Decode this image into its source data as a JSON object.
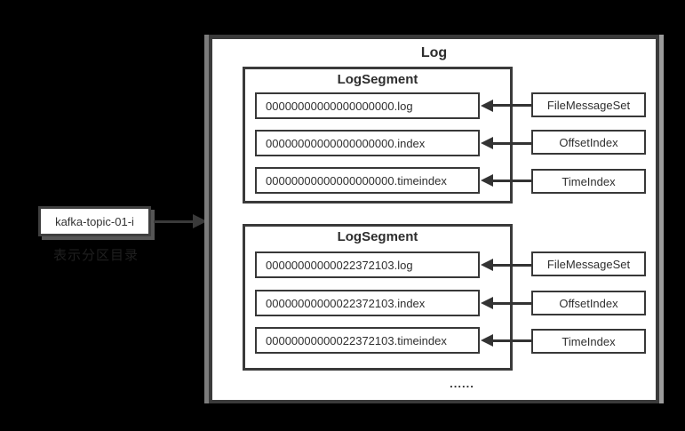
{
  "partition": {
    "label": "kafka-topic-01-i",
    "caption": "表示分区目录"
  },
  "log": {
    "title": "Log",
    "ellipsis": "......",
    "segments": [
      {
        "title": "LogSegment",
        "files": [
          {
            "name": "00000000000000000000.log",
            "component": "FileMessageSet"
          },
          {
            "name": "00000000000000000000.index",
            "component": "OffsetIndex"
          },
          {
            "name": "00000000000000000000.timeindex",
            "component": "TimeIndex"
          }
        ]
      },
      {
        "title": "LogSegment",
        "files": [
          {
            "name": "00000000000022372103.log",
            "component": "FileMessageSet"
          },
          {
            "name": "00000000000022372103.index",
            "component": "OffsetIndex"
          },
          {
            "name": "00000000000022372103.timeindex",
            "component": "TimeIndex"
          }
        ]
      }
    ]
  },
  "colors": {
    "page_background": "#000000",
    "box_fill": "#ffffff",
    "border": "#3a3a3a",
    "side_shadow_left": "#7c7c7c",
    "side_shadow_right": "#9b9b9b",
    "text": "#2d2d2d"
  }
}
